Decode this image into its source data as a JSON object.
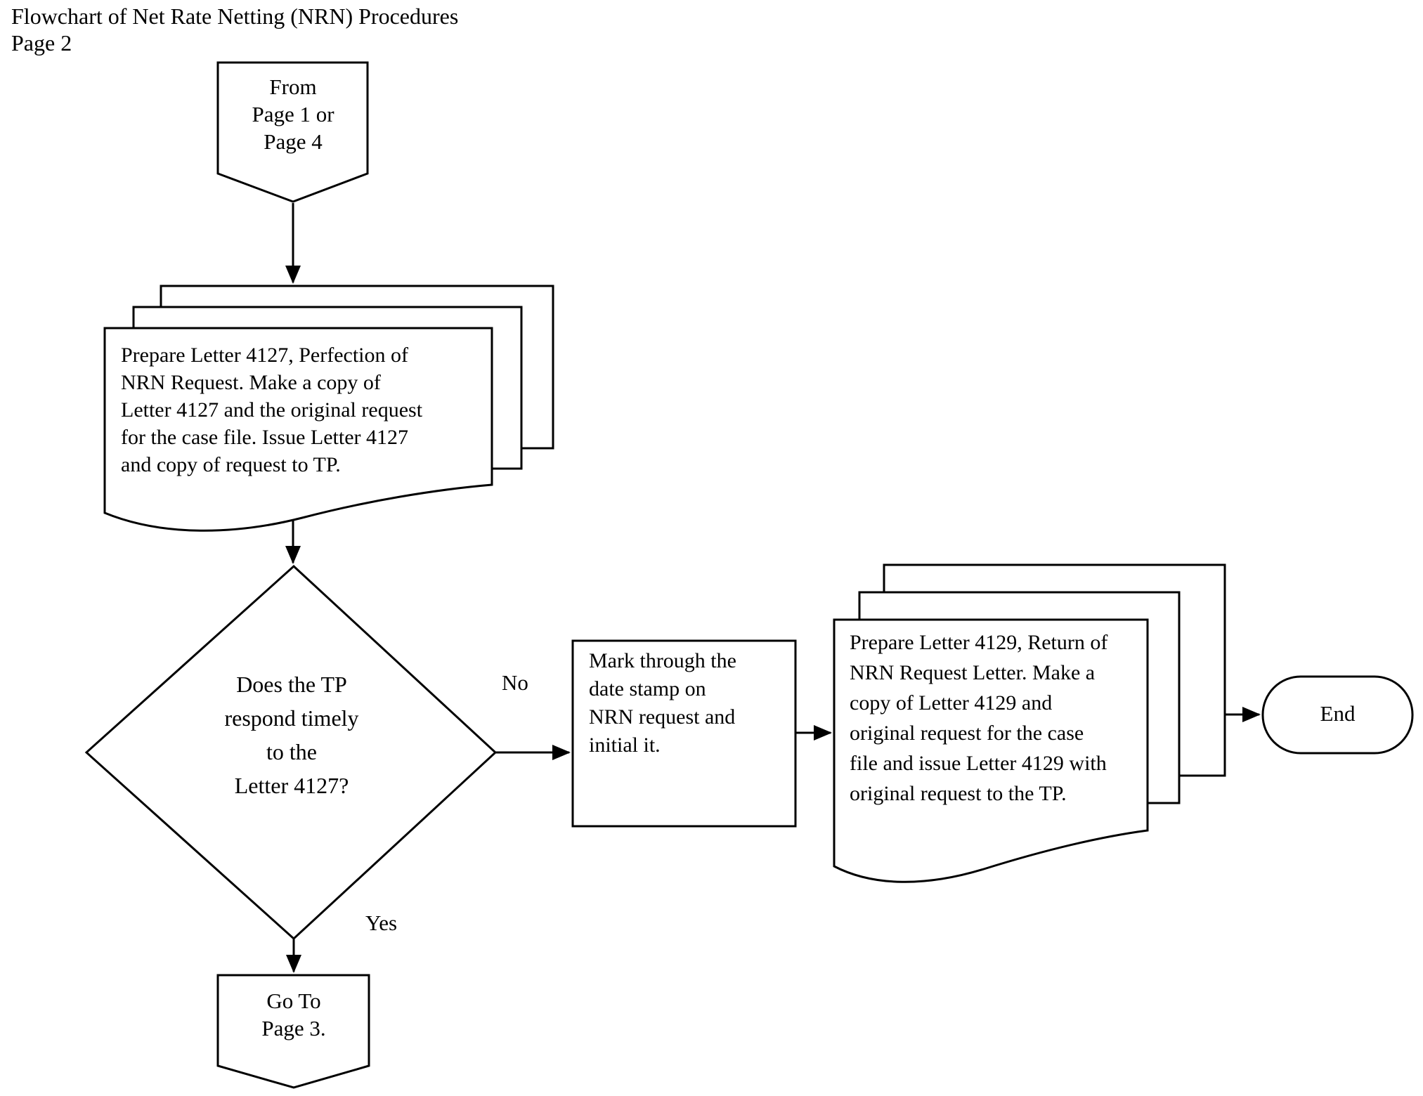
{
  "page": {
    "title": "Flowchart of Net Rate Netting (NRN) Procedures",
    "subtitle": "Page 2",
    "background_color": "#ffffff",
    "line_color": "#000000"
  },
  "nodes": {
    "from_connector": {
      "shape": "off-page-connector",
      "text": "From\nPage 1 or\nPage 4"
    },
    "prepare_letter_4127": {
      "shape": "multi-document",
      "text": "Prepare Letter 4127, Perfection of\nNRN Request. Make a copy of\nLetter 4127 and the original request\nfor the case file. Issue Letter 4127\nand copy of request to TP."
    },
    "decision_tp_respond": {
      "shape": "decision-diamond",
      "text": "Does the TP\nrespond timely\nto the\nLetter 4127?"
    },
    "mark_date_stamp": {
      "shape": "process",
      "text": "Mark through the\ndate stamp on\nNRN request and\ninitial it."
    },
    "prepare_letter_4129": {
      "shape": "multi-document",
      "text": "Prepare Letter 4129, Return of\nNRN Request Letter. Make a\ncopy of Letter 4129 and\noriginal request for the case\nfile and issue Letter 4129 with\noriginal request to the TP."
    },
    "end": {
      "shape": "terminator",
      "text": "End"
    },
    "goto_page_3": {
      "shape": "off-page-connector",
      "text": "Go To\nPage 3."
    }
  },
  "edge_labels": {
    "no": "No",
    "yes": "Yes"
  }
}
